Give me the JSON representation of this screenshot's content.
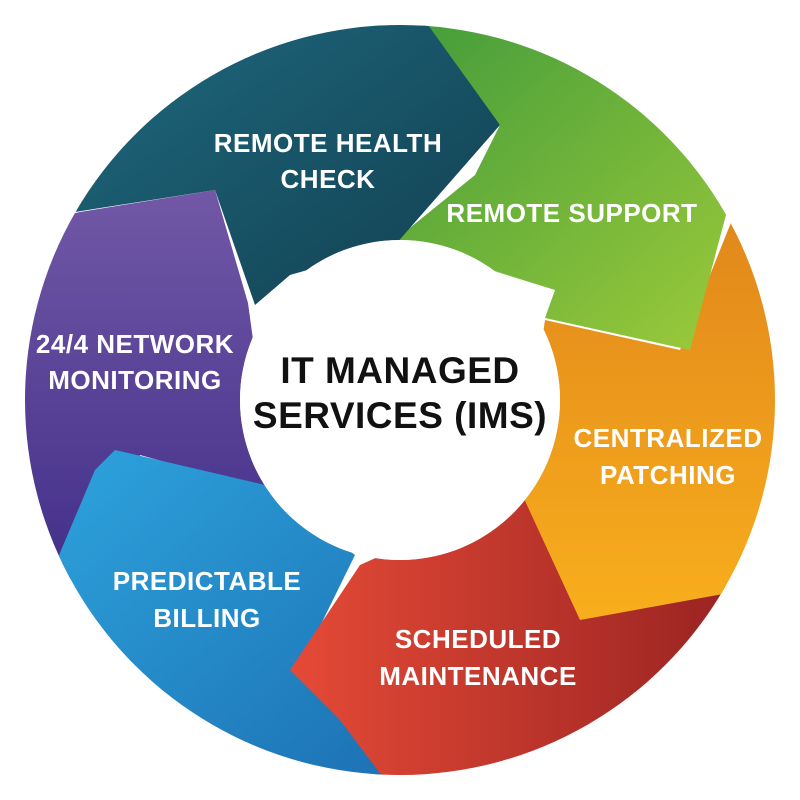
{
  "center": {
    "line1": "IT MANAGED",
    "line2": "SERVICES (IMS)"
  },
  "segments": [
    {
      "id": "remote-health-check",
      "lines": [
        "REMOTE HEALTH",
        "CHECK"
      ],
      "color_light": "#1f6a80",
      "color_dark": "#123f50"
    },
    {
      "id": "remote-support",
      "lines": [
        "REMOTE SUPPORT"
      ],
      "color_light": "#a5cf3a",
      "color_dark": "#3f9a3b"
    },
    {
      "id": "centralized-patching",
      "lines": [
        "CENTRALIZED",
        "PATCHING"
      ],
      "color_light": "#f8ae1c",
      "color_dark": "#e0861b"
    },
    {
      "id": "scheduled-maintenance",
      "lines": [
        "SCHEDULED",
        "MAINTENANCE"
      ],
      "color_light": "#e54a36",
      "color_dark": "#8e1d1f"
    },
    {
      "id": "predictable-billing",
      "lines": [
        "PREDICTABLE",
        "BILLING"
      ],
      "color_light": "#2ea7e0",
      "color_dark": "#1c6fb2"
    },
    {
      "id": "network-monitoring",
      "lines": [
        "24/4 NETWORK",
        "MONITORING"
      ],
      "color_light": "#7258a6",
      "color_dark": "#3f2d88"
    }
  ]
}
